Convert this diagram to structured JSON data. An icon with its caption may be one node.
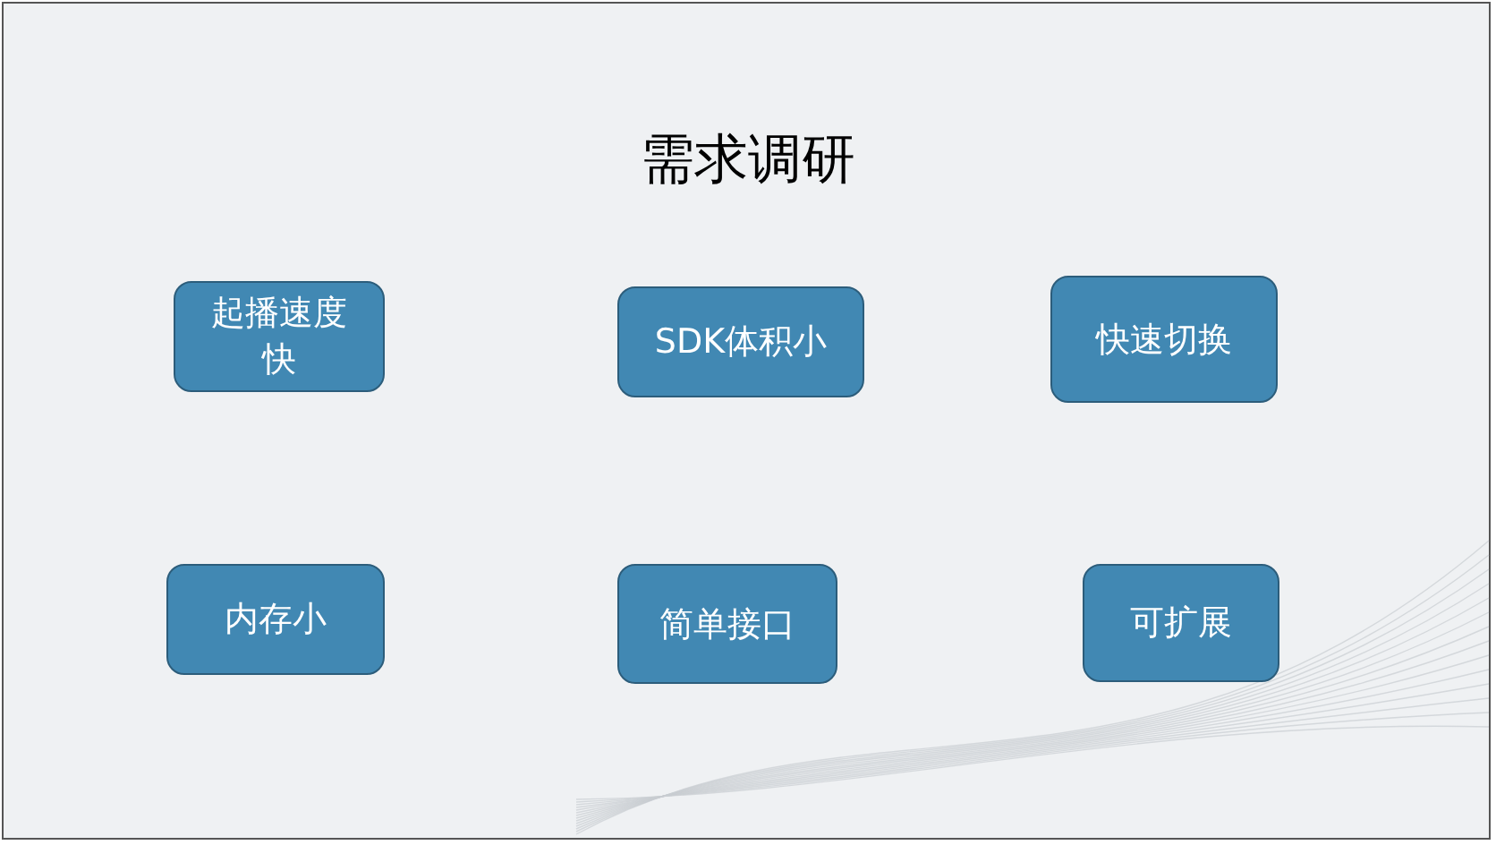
{
  "diagram": {
    "title": "需求调研",
    "nodes": [
      {
        "text": [
          "起播速度快"
        ]
      },
      {
        "text": [
          "SDK体积小"
        ]
      },
      {
        "text": [
          "快速切换"
        ]
      },
      {
        "text": [
          "内存小"
        ]
      },
      {
        "text": [
          "简单接口"
        ]
      },
      {
        "text": [
          "可扩展"
        ]
      }
    ]
  }
}
